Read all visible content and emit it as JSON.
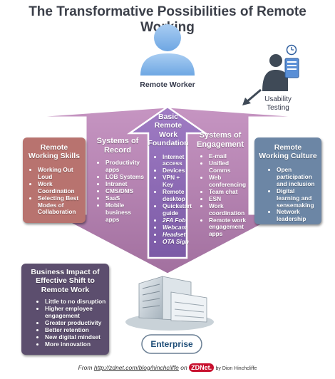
{
  "title": "The Transformative Possibilities of Remote Working",
  "remote_worker": {
    "label": "Remote Worker"
  },
  "usability": {
    "label_line1": "Usability",
    "label_line2": "Testing"
  },
  "remote_working_skills": {
    "title_line1": "Remote",
    "title_line2": "Working Skills",
    "items": [
      "Working Out Loud",
      "Work Coordination",
      "Selecting Best Modes of Collaboration"
    ]
  },
  "systems_of_record": {
    "title_line1": "Systems of",
    "title_line2": "Record",
    "items": [
      "Productivity apps",
      "LOB Systems",
      "Intranet",
      "CMS/DMS",
      "SaaS",
      "Mobile business apps"
    ]
  },
  "basic_foundation": {
    "title_lines": [
      "Basic",
      "Remote",
      "Work",
      "Foundation"
    ],
    "items": [
      "Internet access",
      "Devices",
      "VPN + Key",
      "Remote desktop",
      "Quickstart guide"
    ],
    "italic_items": [
      "2FA Fob",
      "Webcam",
      "Headset",
      "OTA Sign"
    ]
  },
  "systems_of_engagement": {
    "title_line1": "Systems of",
    "title_line2": "Engagement",
    "items": [
      "E-mail",
      "Unified Comms",
      "Web conferencing",
      "Team chat",
      "ESN",
      "Work coordination",
      "Remote work engagement apps"
    ]
  },
  "remote_working_culture": {
    "title_line1": "Remote",
    "title_line2": "Working Culture",
    "items": [
      "Open participation and inclusion",
      "Digital learning and sensemaking",
      "Network leadership"
    ]
  },
  "business_impact": {
    "title_lines": [
      "Business Impact of",
      "Effective Shift to",
      "Remote Work"
    ],
    "items": [
      "Little to no disruption",
      "Higher employee engagement",
      "Greater productivity",
      "Better retention",
      "New digital mindset",
      "More innovation"
    ]
  },
  "enterprise": {
    "label": "Enterprise"
  },
  "footer": {
    "from": "From",
    "url": "http://zdnet.com/blog/hinchcliffe",
    "on": "on",
    "brand": "ZDNet.",
    "byline": "by Dion Hinchcliffe"
  },
  "colors": {
    "arrow_purple": "#b37fb0",
    "skills_box": "#b8736f",
    "culture_box": "#6c86a5",
    "impact_box": "#5c4e6e",
    "title_text": "#3b3f49"
  }
}
